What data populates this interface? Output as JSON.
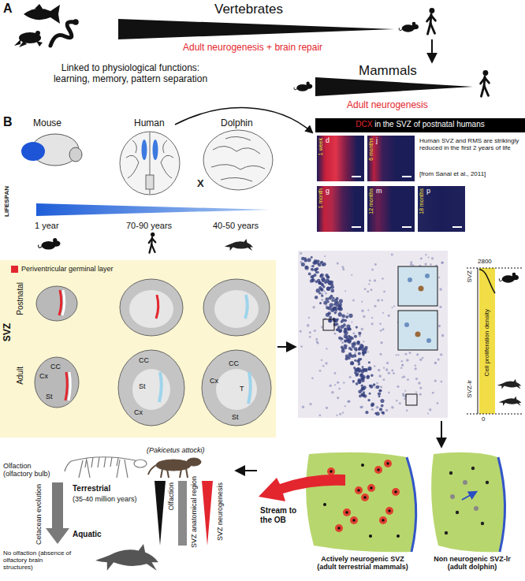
{
  "diagram": {
    "nodes": [
      {
        "text": [
          "DCX in the SVZ of postnatal humans"
        ]
      },
      {
        "text": [
          "d",
          "1 week"
        ]
      },
      {
        "text": [
          "j",
          "6 months"
        ]
      },
      {
        "text": [
          "g",
          "1 month"
        ]
      },
      {
        "text": [
          "m",
          "12 months"
        ]
      },
      {
        "text": [
          "p",
          "18 months"
        ]
      },
      {
        "text": [
          "SVZ",
          "Postnatal",
          "Adult",
          "Cx",
          "CC",
          "St",
          "CC",
          "St",
          "Cx",
          "Cx",
          "CC",
          "T",
          "St"
        ]
      },
      {
        "text": [
          "Actively neurogenic SVZ (adult terrestrial mammals)"
        ]
      },
      {
        "text": [
          "Non neurogenic SVZ-lr (adult dolphin)"
        ]
      }
    ],
    "labels": [
      "A",
      "Vertebrates",
      "Adult neurogenesis + brain repair",
      "Linked to physiological functions: learning, memory, pattern separation",
      "Mammals",
      "Adult neurogenesis",
      "B",
      "Mouse",
      "Human",
      "Dolphin",
      "X",
      "LIFESPAN",
      "1 year",
      "70-90 years",
      "40-50 years",
      "Human SVZ and RMS are strikingly reduced in the first 2 years of life",
      "[from Sanai et al., 2011]",
      "2800",
      "SVZ",
      "SVZ-lr",
      "0",
      "Cell proliferation density",
      "Stream to the OB",
      "Olfaction (olfactory bulb)",
      "(Pakicetus attocki)",
      "Terrestrial",
      "(35-40 million years)",
      "Cetacean evolution",
      "Aquatic",
      "No olfaction (absence of olfactory brain structures)",
      "Olfaction",
      "SVZ anatomical region",
      "SVZ neurogenesis"
    ],
    "legend": [
      {
        "text": "Periventricular germinal layer",
        "color": "#e3262e"
      }
    ]
  }
}
